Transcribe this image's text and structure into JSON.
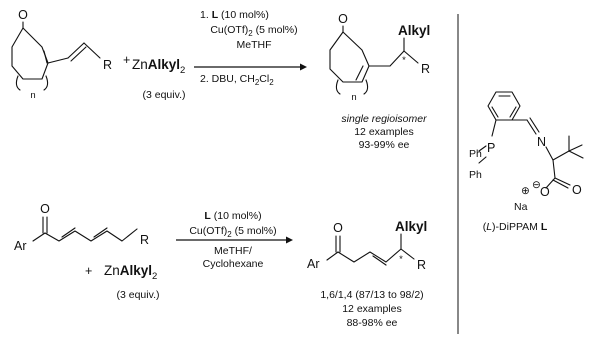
{
  "reaction1": {
    "ring_o": "O",
    "ring_n": "n",
    "r": "R",
    "plus": "+",
    "reagent_pre": "Zn",
    "reagent_bold": "Alkyl",
    "reagent_sub": "2",
    "equiv": "(3 equiv.)",
    "cond_line1_pre": "1. ",
    "cond_line1_bold": "L",
    "cond_line1_post": " (10 mol%)",
    "cond_line2": "Cu(OTf)",
    "cond_line2_sub": "2",
    "cond_line2_post": " (5 mol%)",
    "cond_line3": "MeTHF",
    "cond_line4": "2. DBU, CH",
    "cond_line4_sub": "2",
    "cond_line4_mid": "Cl",
    "cond_line4_sub2": "2",
    "prod_o": "O",
    "prod_n": "n",
    "prod_alkyl": "Alkyl",
    "prod_r": "R",
    "star": "*",
    "info1": "single regioisomer",
    "info2": "12 examples",
    "info3": "93-99% ee"
  },
  "reaction2": {
    "sub_o": "O",
    "sub_ar": "Ar",
    "sub_r": "R",
    "plus": "+",
    "reagent_pre": "Zn",
    "reagent_bold": "Alkyl",
    "reagent_sub": "2",
    "equiv": "(3 equiv.)",
    "cond_line1_bold": "L",
    "cond_line1_post": " (10 mol%)",
    "cond_line2": "Cu(OTf)",
    "cond_line2_sub": "2",
    "cond_line2_post": " (5 mol%)",
    "cond_line3": "MeTHF/",
    "cond_line4": "Cyclohexane",
    "prod_o": "O",
    "prod_ar": "Ar",
    "prod_alkyl": "Alkyl",
    "prod_r": "R",
    "star": "*",
    "info1": "1,6/1,4 (87/13 to 98/2)",
    "info2": "12 examples",
    "info3": "88-98% ee"
  },
  "ligand": {
    "ph1": "Ph",
    "ph2": "Ph",
    "p": "P",
    "n": "N",
    "na": "Na",
    "plus": "⊕",
    "minus": "⊖",
    "o1": "O",
    "o2": "O",
    "name_pre": "(",
    "name_italic": "L",
    "name_mid": ")-DiPPAM ",
    "name_bold": "L"
  }
}
